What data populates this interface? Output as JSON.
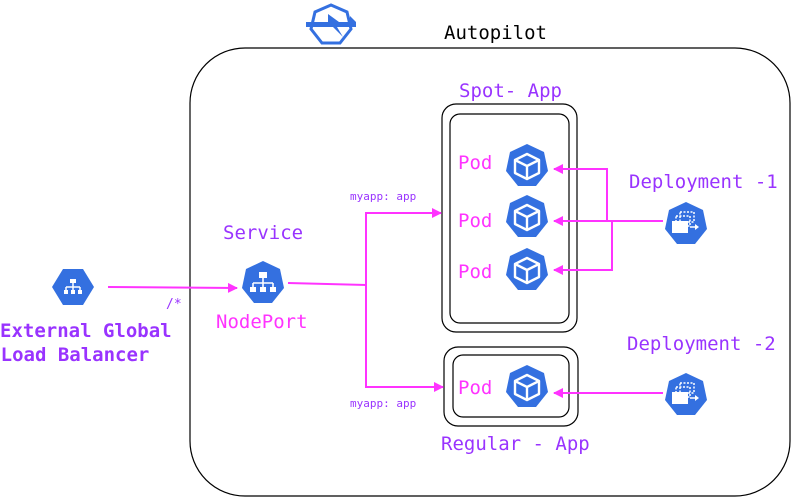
{
  "title": "Autopilot",
  "groups": {
    "spot": "Spot- App",
    "regular": "Regular - App"
  },
  "service": {
    "label": "Service",
    "type": "NodePort"
  },
  "load_balancer": {
    "line1": "External Global",
    "line2": "Load Balancer"
  },
  "path_label": "/*",
  "edge_labels": {
    "spot": "myapp: app",
    "regular": "myapp: app"
  },
  "pods": [
    "Pod",
    "Pod",
    "Pod",
    "Pod"
  ],
  "deployments": {
    "d1": "Deployment -1",
    "d2": "Deployment -2"
  },
  "icons": {
    "autopilot": "autopilot-icon",
    "load_balancer": "load-balancer-icon",
    "service": "service-icon",
    "pod": "pod-icon",
    "deployment": "deployment-icon"
  },
  "colors": {
    "edge": "#ff33ff",
    "icon_blue": "#3470e0",
    "label_purple": "#9933ff",
    "label_magenta": "#ff33ff"
  }
}
